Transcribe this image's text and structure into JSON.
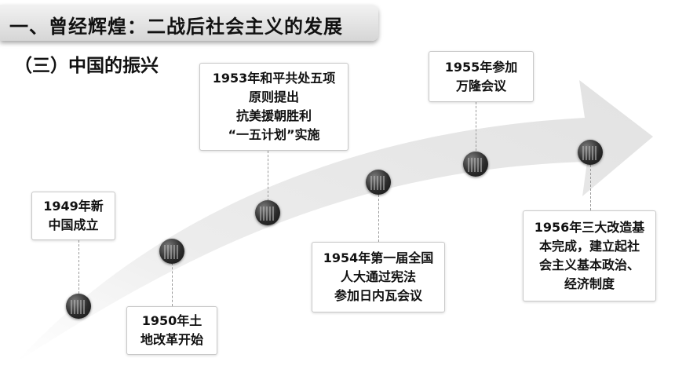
{
  "header": {
    "title": "一、曾经辉煌：二战后社会主义的发展",
    "subtitle": "（三）中国的振兴"
  },
  "events": [
    {
      "lines": [
        "1949年新",
        "中国成立"
      ]
    },
    {
      "lines": [
        "1950年土",
        "地改革开始"
      ]
    },
    {
      "lines": [
        "1953年和平共处五项",
        "原则提出",
        "抗美援朝胜利",
        "“一五计划”实施"
      ]
    },
    {
      "lines": [
        "1954年第一届全国",
        "人大通过宪法",
        "参加日内瓦会议"
      ]
    },
    {
      "lines": [
        "1955年参加",
        "万隆会议"
      ]
    },
    {
      "lines": [
        "1956年三大改造基",
        "本完成，建立起社",
        "会主义基本政治、",
        "经济制度"
      ]
    }
  ],
  "colors": {
    "arrow": "#e6e6e6",
    "node": "#2c2c2c",
    "box_border": "#c8c8c8"
  },
  "icons": [
    "timeline-node-icon"
  ]
}
